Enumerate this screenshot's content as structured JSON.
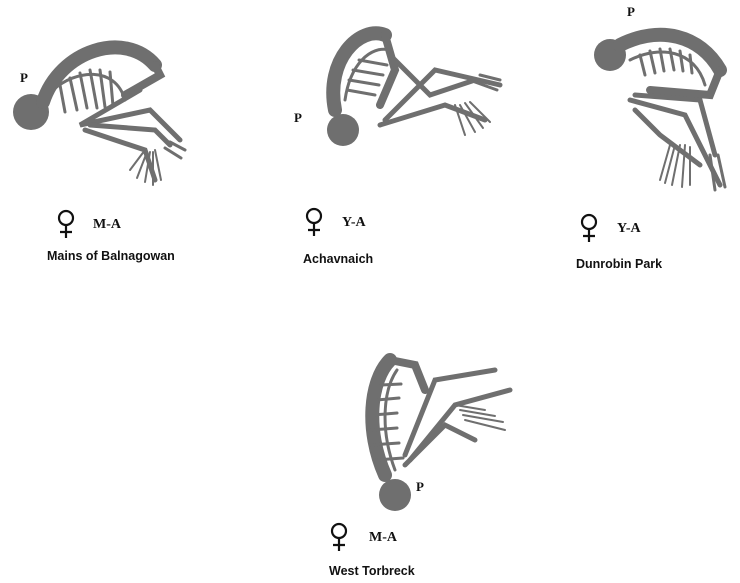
{
  "colors": {
    "bone": "#6f6f6f",
    "text": "#111111"
  },
  "burials": [
    {
      "site": "Mains of Balnagowan",
      "sex_icon": "female-symbol-icon",
      "age": "M-A",
      "position_label": "P"
    },
    {
      "site": "Achavnaich",
      "sex_icon": "female-symbol-icon",
      "age": "Y-A",
      "position_label": "P"
    },
    {
      "site": "Dunrobin Park",
      "sex_icon": "female-symbol-icon",
      "age": "Y-A",
      "position_label": "P"
    },
    {
      "site": "West Torbreck",
      "sex_icon": "female-symbol-icon",
      "age": "M-A",
      "position_label": "P"
    }
  ]
}
